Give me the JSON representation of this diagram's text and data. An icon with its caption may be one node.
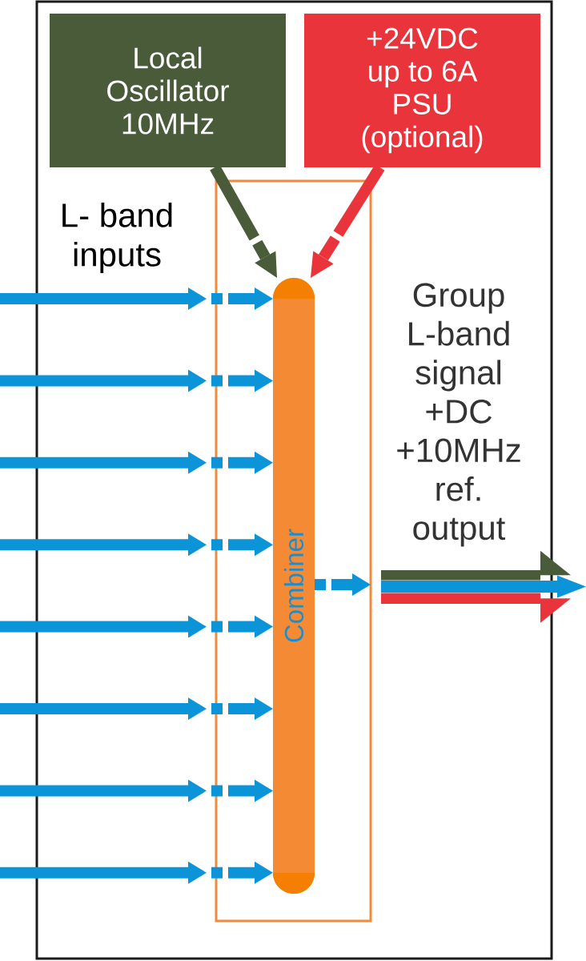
{
  "diagram": {
    "nodes": [
      {
        "text": [],
        "shape": "box"
      },
      {
        "text": [
          "Local Oscillator 10MHz"
        ],
        "in": 0
      },
      {
        "text": [
          "+24VDC up to 6A PSU (optional)"
        ],
        "in": 0
      },
      {
        "text": [],
        "shape": "box",
        "in": 0
      },
      {
        "text": [
          "Combiner"
        ],
        "in": 3
      }
    ],
    "edges": [
      {
        "from": null,
        "to": 3,
        "arrow": "to"
      },
      {
        "from": null,
        "to": 3,
        "arrow": "to"
      },
      {
        "from": null,
        "to": 3,
        "arrow": "to"
      },
      {
        "from": null,
        "to": 3,
        "arrow": "to"
      },
      {
        "from": null,
        "to": 3,
        "arrow": "to"
      },
      {
        "from": null,
        "to": 3,
        "arrow": "to"
      },
      {
        "from": null,
        "to": 3,
        "arrow": "to"
      },
      {
        "from": null,
        "to": 3,
        "arrow": "to"
      },
      {
        "from": 3,
        "to": 4,
        "arrow": "to",
        "style": "dashed"
      },
      {
        "from": 3,
        "to": 4,
        "arrow": "to",
        "style": "dashed"
      },
      {
        "from": 3,
        "to": 4,
        "arrow": "to",
        "style": "dashed"
      },
      {
        "from": 3,
        "to": 4,
        "arrow": "to",
        "style": "dashed"
      },
      {
        "from": 3,
        "to": 4,
        "arrow": "to",
        "style": "dashed"
      },
      {
        "from": 3,
        "to": 4,
        "arrow": "to",
        "style": "dashed"
      },
      {
        "from": 3,
        "to": 4,
        "arrow": "to",
        "style": "dashed"
      },
      {
        "from": 3,
        "to": 4,
        "arrow": "to",
        "style": "dashed"
      },
      {
        "from": 1,
        "to": 4,
        "arrow": "to",
        "style": "dashed",
        "color": "#4a5b3a"
      },
      {
        "from": 2,
        "to": 4,
        "arrow": "to",
        "style": "dashed",
        "color": "#e9343b"
      },
      {
        "from": 4,
        "to": 3,
        "arrow": "to",
        "style": "dashed"
      },
      {
        "from": 3,
        "to": null,
        "arrow": "to",
        "color": "#4a5b3a"
      },
      {
        "from": 3,
        "to": null,
        "arrow": "to",
        "color": "#e9343b"
      },
      {
        "from": 3,
        "to": null,
        "arrow": "to"
      }
    ],
    "labels": [
      "L- band inputs",
      "Group L-band signal +DC +10MHz ref. output"
    ]
  }
}
